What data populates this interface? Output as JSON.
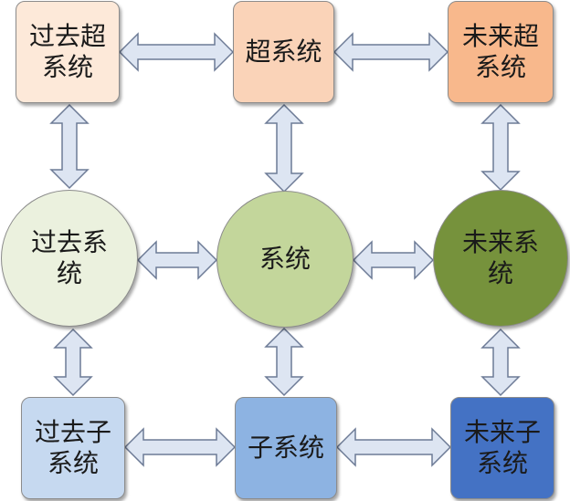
{
  "nodes": {
    "past_super": {
      "label": "过去超系统",
      "fill": "#fde9d9",
      "text_color": "#1a1a1a"
    },
    "super": {
      "label": "超系统",
      "fill": "#fad3b8",
      "text_color": "#1a1a1a"
    },
    "future_super": {
      "label": "未来超系统",
      "fill": "#f8b88c",
      "text_color": "#1a1a1a"
    },
    "past": {
      "label": "过去系统",
      "fill": "#ebf1de",
      "text_color": "#1a1a1a"
    },
    "system": {
      "label": "系统",
      "fill": "#c3d69b",
      "text_color": "#1a1a1a"
    },
    "future": {
      "label": "未来系统",
      "fill": "#76923c",
      "text_color": "#1a1a1a"
    },
    "past_sub": {
      "label": "过去子系统",
      "fill": "#c6d9f0",
      "text_color": "#1a1a1a"
    },
    "sub": {
      "label": "子系统",
      "fill": "#8db3e2",
      "text_color": "#1a1a1a"
    },
    "future_sub": {
      "label": "未来子系统",
      "fill": "#4472c4",
      "text_color": "#1a1a1a"
    }
  },
  "arrow_style": {
    "fill": "#dde5f2",
    "stroke": "#6d7b96"
  },
  "connections": [
    [
      "past_super",
      "super"
    ],
    [
      "super",
      "future_super"
    ],
    [
      "past",
      "system"
    ],
    [
      "system",
      "future"
    ],
    [
      "past_sub",
      "sub"
    ],
    [
      "sub",
      "future_sub"
    ],
    [
      "past_super",
      "past"
    ],
    [
      "past",
      "past_sub"
    ],
    [
      "super",
      "system"
    ],
    [
      "system",
      "sub"
    ],
    [
      "future_super",
      "future"
    ],
    [
      "future",
      "future_sub"
    ]
  ]
}
